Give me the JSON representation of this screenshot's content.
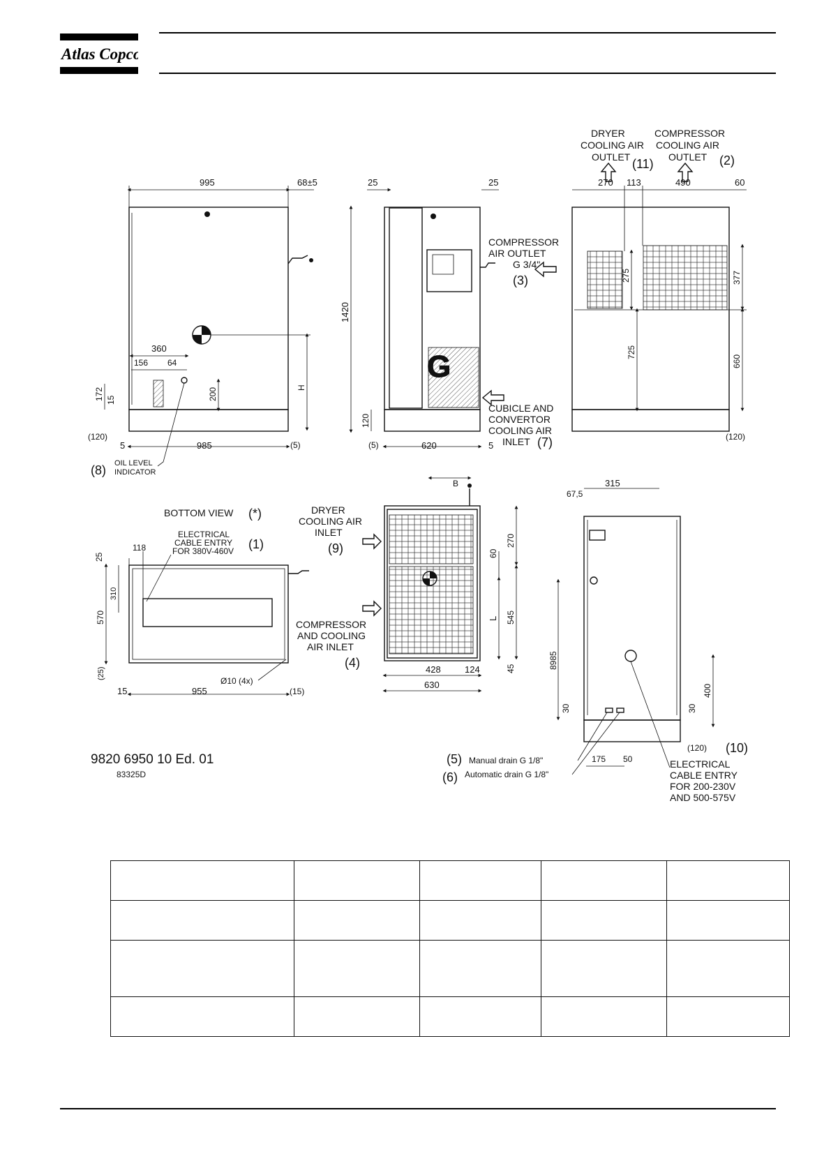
{
  "header": {
    "brand": "Atlas Copco"
  },
  "drawing": {
    "front_view": {
      "width_top": "995",
      "offset_right": "68±5",
      "d_360": "360",
      "d_156": "156",
      "d_64": "64",
      "d_172": "172",
      "d_15": "15",
      "d_200": "200",
      "d_H": "H",
      "d_120": "(120)",
      "d_5": "5",
      "d_985": "985",
      "d_5b": "(5)",
      "callout_8": "(8)",
      "oil_level_1": "OIL LEVEL",
      "oil_level_2": "INDICATOR"
    },
    "side_view": {
      "d_25a": "25",
      "d_25b": "25",
      "d_1420": "1420",
      "d_120": "120",
      "d_5a": "(5)",
      "d_620": "620",
      "d_5b": "5",
      "air_outlet_1": "COMPRESSOR",
      "air_outlet_2": "AIR OUTLET",
      "air_outlet_3": "G 3/4\"",
      "callout_3": "(3)",
      "cubicle_1": "CUBICLE AND",
      "cubicle_2": "CONVERTOR",
      "cubicle_3": "COOLING AIR",
      "cubicle_4": "INLET",
      "callout_7": "(7)"
    },
    "rear_view": {
      "dryer_out_1": "DRYER",
      "dryer_out_2": "COOLING AIR",
      "dryer_out_3": "OUTLET",
      "callout_11": "(11)",
      "comp_out_1": "COMPRESSOR",
      "comp_out_2": "COOLING AIR",
      "comp_out_3": "OUTLET",
      "callout_2": "(2)",
      "d_270": "270",
      "d_113": "113",
      "d_490": "490",
      "d_60": "60",
      "d_275": "275",
      "d_377": "377",
      "d_725": "725",
      "d_660": "660",
      "d_120": "(120)"
    },
    "bottom_view": {
      "title": "BOTTOM VIEW",
      "title_note": "(*)",
      "cable_1": "ELECTRICAL",
      "cable_2": "CABLE ENTRY",
      "cable_3": "FOR 380V-460V",
      "callout_1": "(1)",
      "d_118": "118",
      "d_25": "25",
      "d_310": "310",
      "d_570": "570",
      "d_25b": "(25)",
      "d_15": "15",
      "d_955": "955",
      "d_15b": "(15)",
      "holes": "Ø10 (4x)"
    },
    "inlet_view": {
      "dryer_in_1": "DRYER",
      "dryer_in_2": "COOLING AIR",
      "dryer_in_3": "INLET",
      "callout_9": "(9)",
      "comp_in_1": "COMPRESSOR",
      "comp_in_2": "AND COOLING",
      "comp_in_3": "AIR INLET",
      "callout_4": "(4)",
      "d_B": "B",
      "d_270": "270",
      "d_60": "60",
      "d_L": "L",
      "d_545": "545",
      "d_45": "45",
      "d_428": "428",
      "d_124": "124",
      "d_630": "630"
    },
    "right_view": {
      "d_315": "315",
      "d_67": "67,5",
      "d_8985": "8985",
      "d_30a": "30",
      "d_30b": "30",
      "d_400": "400",
      "d_120": "(120)",
      "callout_10": "(10)",
      "d_175": "175",
      "d_50": "50",
      "callout_5": "(5)",
      "manual_drain": "Manual drain G 1/8\"",
      "callout_6": "(6)",
      "auto_drain": "Automatic drain G 1/8\"",
      "cable_1": "ELECTRICAL",
      "cable_2": "CABLE ENTRY",
      "cable_3": "FOR 200-230V",
      "cable_4": "AND 500-575V"
    },
    "doc_number": "9820 6950 10 Ed. 01",
    "doc_sub": "83325D"
  }
}
